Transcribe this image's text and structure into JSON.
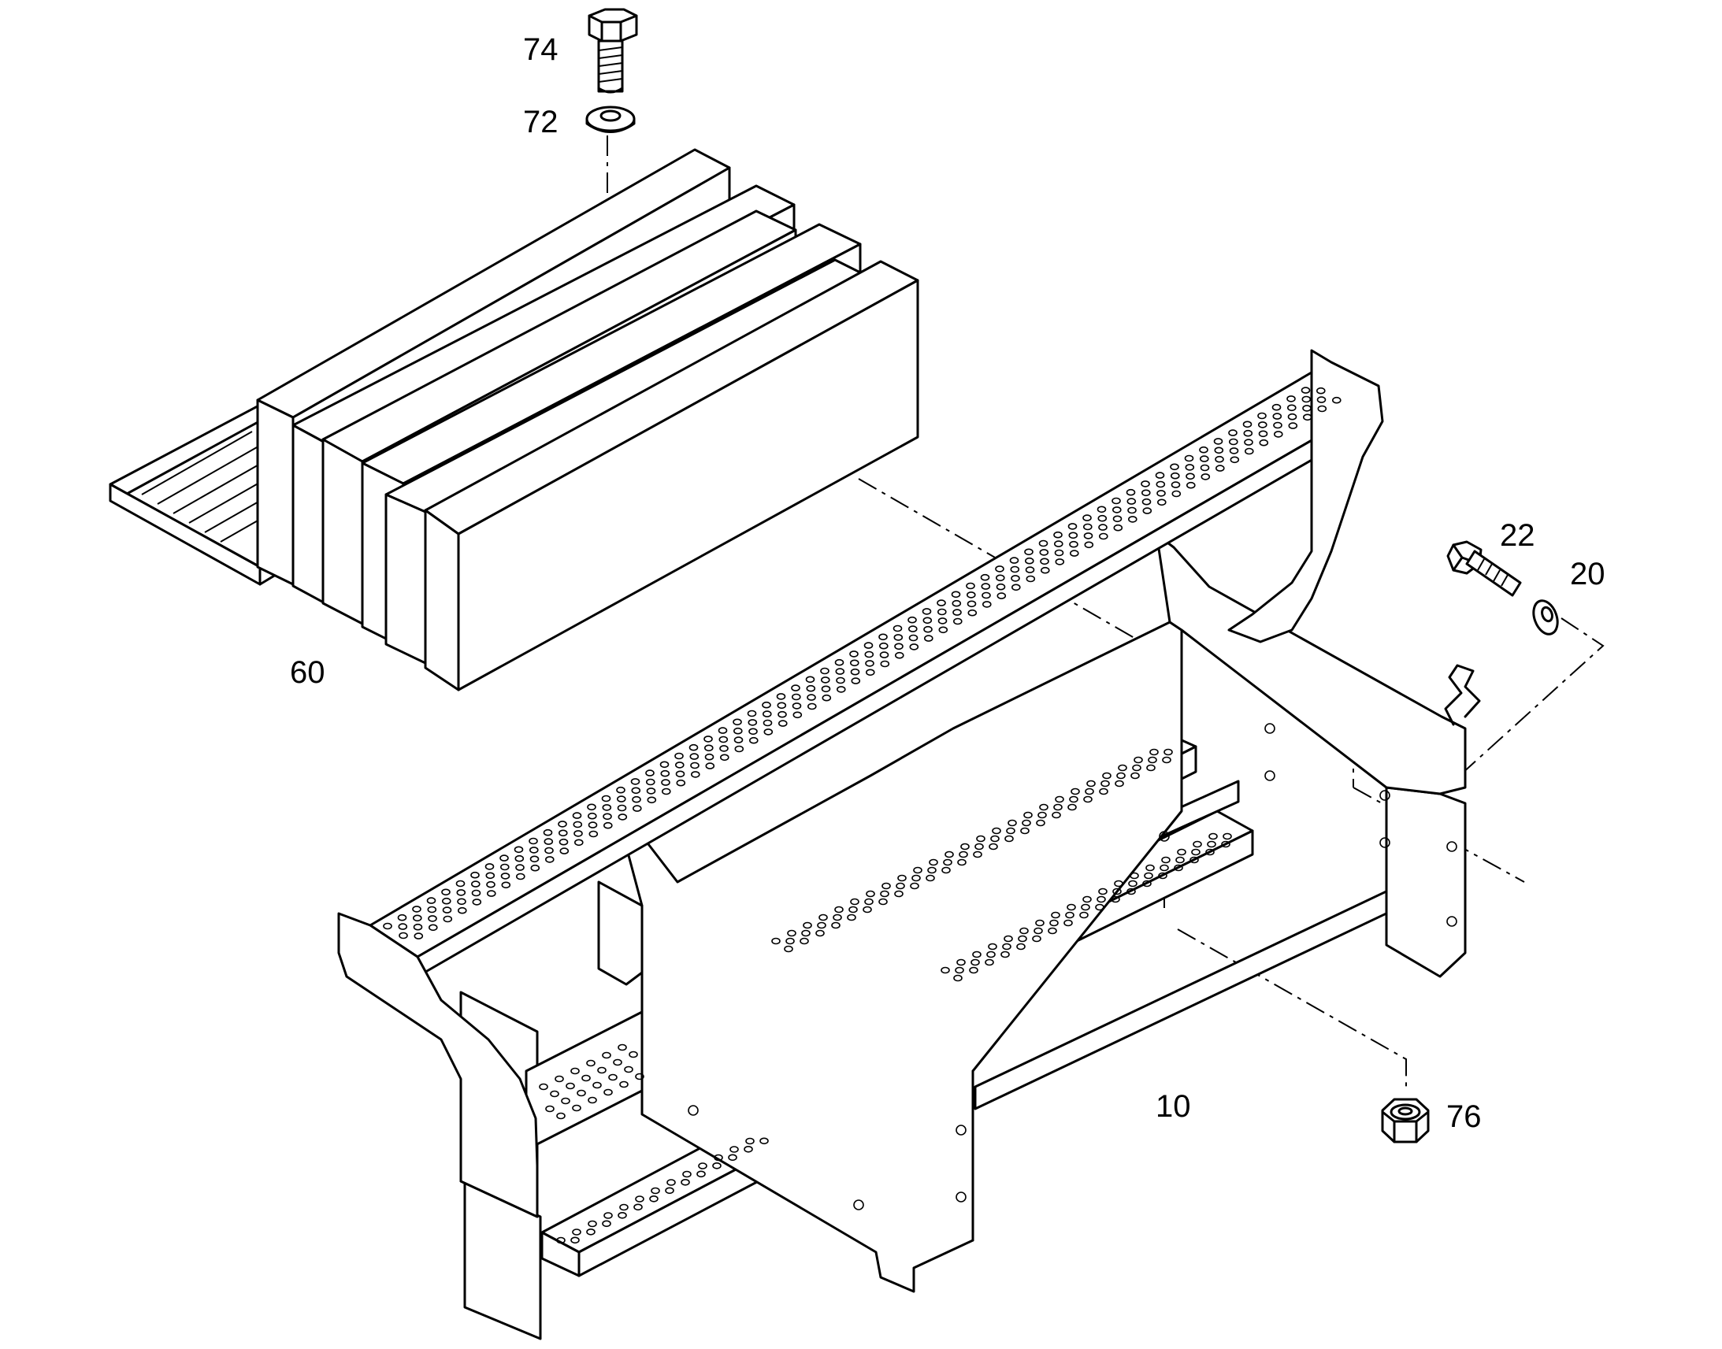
{
  "diagram": {
    "callouts": {
      "bolt_top": "74",
      "washer_top": "72",
      "weight_stack": "60",
      "step_assembly": "10",
      "bolt_side": "22",
      "washer_side": "20",
      "nut": "76"
    },
    "colors": {
      "line": "#000000",
      "background": "#ffffff"
    },
    "icons": {
      "bolt_top": "hex-bolt-icon",
      "washer_top": "flat-washer-icon",
      "bolt_side": "hex-bolt-icon",
      "washer_side": "flat-washer-icon",
      "nut": "hex-nut-icon"
    }
  }
}
